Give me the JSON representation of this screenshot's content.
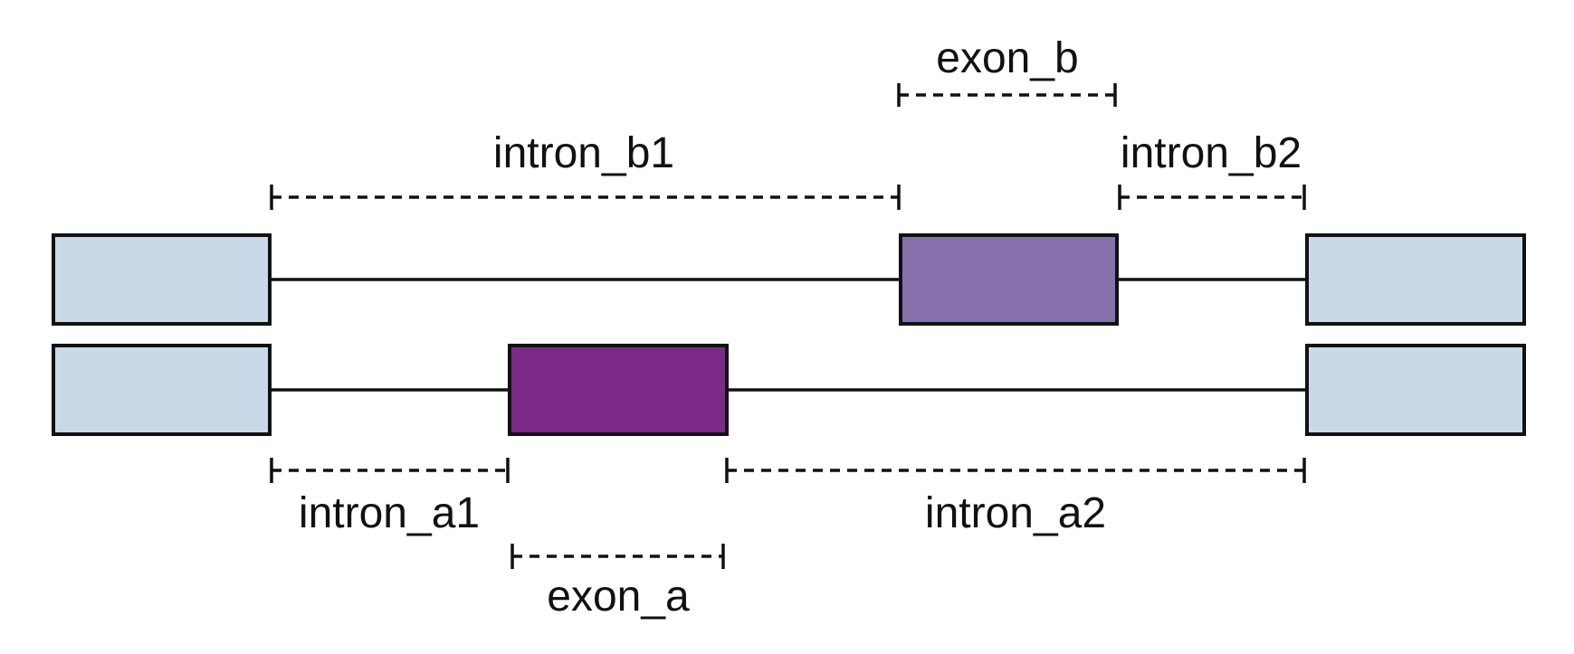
{
  "colors": {
    "constitutive_exon": "#c9d9e8",
    "exon_b_fill": "#8670ac",
    "exon_a_fill": "#7b2a88",
    "stroke": "#111111"
  },
  "transcript_b": {
    "labels": {
      "exon": "exon_b",
      "intron_1": "intron_b1",
      "intron_2": "intron_b2"
    }
  },
  "transcript_a": {
    "labels": {
      "exon": "exon_a",
      "intron_1": "intron_a1",
      "intron_2": "intron_a2"
    }
  }
}
